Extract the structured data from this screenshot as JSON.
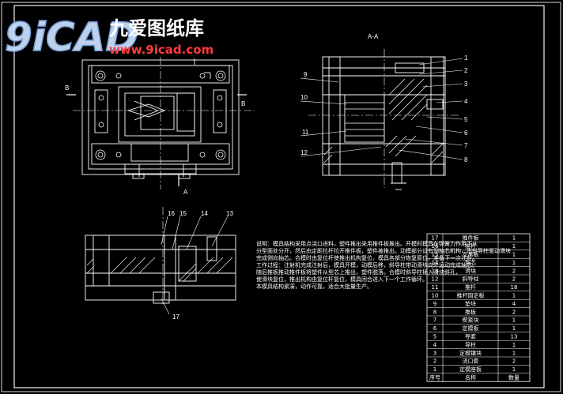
{
  "watermark": {
    "logo_glyphs": "9iCAD",
    "brand_cn": "九爱图纸库",
    "url": "www.9icad.com"
  },
  "section": {
    "title": "A-A",
    "b_left": "B",
    "b_right": "B",
    "a_mark": "A"
  },
  "callouts_right": [
    "1",
    "2",
    "3",
    "4",
    "5",
    "6",
    "7",
    "8"
  ],
  "callouts_left": [
    "9",
    "10",
    "11",
    "12"
  ],
  "callouts_bottom": [
    "16",
    "15",
    "14",
    "13",
    "17"
  ],
  "notes": {
    "lines": [
      "说明：模具结构采用点浇口进料，塑件推出采用推件板推出。开模时模具在弹簧力作用下从",
      "分型面处分开，然后由定距拉杆拉开推件板，塑件被推出。动模部分设有侧抽芯机构，由斜导柱驱动滑块",
      "完成侧向抽芯。合模时由复位杆使推出机构复位，模具各部分恢复原位，准备下一次注射。",
      "工作过程：注射机完成注射后，模具开模，动模后移，斜导柱带动滑块向外运动完成抽芯。",
      "随后推板推动推件板将塑件从型芯上推出，塑件脱落。合模时斜导柱插入滑块斜孔，",
      "使滑块复位，推出机构由复位杆复位，模具闭合进入下一个工作循环。",
      "本模具结构紧凑，动作可靠，适合大批量生产。"
    ]
  },
  "bom": {
    "header": [
      "序号",
      "名称",
      "数量"
    ],
    "rows": [
      {
        "no": "17",
        "name": "推件板",
        "qty": "1"
      },
      {
        "no": "16",
        "name": "推杆",
        "qty": "1"
      },
      {
        "no": "15",
        "name": "支承板",
        "qty": "1"
      },
      {
        "no": "14",
        "name": "型芯",
        "qty": "1"
      },
      {
        "no": "13",
        "name": "滑块",
        "qty": "2"
      },
      {
        "no": "12",
        "name": "斜导柱",
        "qty": "2"
      },
      {
        "no": "11",
        "name": "推杆",
        "qty": "18"
      },
      {
        "no": "10",
        "name": "推杆固定板",
        "qty": "1"
      },
      {
        "no": "9",
        "name": "垫块",
        "qty": "4"
      },
      {
        "no": "8",
        "name": "推板",
        "qty": "2"
      },
      {
        "no": "7",
        "name": "楔紧块",
        "qty": "1"
      },
      {
        "no": "6",
        "name": "定模板",
        "qty": "1"
      },
      {
        "no": "5",
        "name": "导套",
        "qty": "13"
      },
      {
        "no": "4",
        "name": "导柱",
        "qty": "1"
      },
      {
        "no": "3",
        "name": "定模镶块",
        "qty": "1"
      },
      {
        "no": "2",
        "name": "浇口套",
        "qty": "2"
      },
      {
        "no": "1",
        "name": "定模座板",
        "qty": "1"
      }
    ]
  }
}
